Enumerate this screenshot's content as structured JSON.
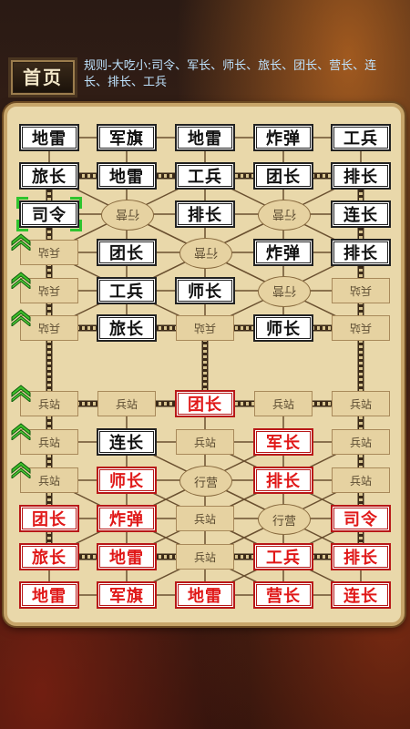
{
  "header": {
    "home_label": "首页",
    "rules_text": "规则-大吃小:司令、军长、师长、旅长、团长、营长、连长、排长、工兵"
  },
  "colors": {
    "black_side": "#111111",
    "red_side": "#e01818",
    "selection": "#2ec42e"
  },
  "board": {
    "cells": [
      {
        "r": 0,
        "c": 0,
        "kind": "piece",
        "side": "black",
        "label": "地雷"
      },
      {
        "r": 0,
        "c": 1,
        "kind": "piece",
        "side": "black",
        "label": "军旗"
      },
      {
        "r": 0,
        "c": 2,
        "kind": "piece",
        "side": "black",
        "label": "地雷"
      },
      {
        "r": 0,
        "c": 3,
        "kind": "piece",
        "side": "black",
        "label": "炸弹"
      },
      {
        "r": 0,
        "c": 4,
        "kind": "piece",
        "side": "black",
        "label": "工兵"
      },
      {
        "r": 1,
        "c": 0,
        "kind": "piece",
        "side": "black",
        "label": "旅长"
      },
      {
        "r": 1,
        "c": 1,
        "kind": "piece",
        "side": "black",
        "label": "地雷"
      },
      {
        "r": 1,
        "c": 2,
        "kind": "piece",
        "side": "black",
        "label": "工兵"
      },
      {
        "r": 1,
        "c": 3,
        "kind": "piece",
        "side": "black",
        "label": "团长"
      },
      {
        "r": 1,
        "c": 4,
        "kind": "piece",
        "side": "black",
        "label": "排长"
      },
      {
        "r": 2,
        "c": 0,
        "kind": "piece",
        "side": "black",
        "label": "司令",
        "selected": true
      },
      {
        "r": 2,
        "c": 1,
        "kind": "camp",
        "label": "行营",
        "flip": true
      },
      {
        "r": 2,
        "c": 2,
        "kind": "piece",
        "side": "black",
        "label": "排长"
      },
      {
        "r": 2,
        "c": 3,
        "kind": "camp",
        "label": "行营",
        "flip": true
      },
      {
        "r": 2,
        "c": 4,
        "kind": "piece",
        "side": "black",
        "label": "连长"
      },
      {
        "r": 3,
        "c": 0,
        "kind": "post",
        "label": "兵站",
        "flip": true,
        "marker": true
      },
      {
        "r": 3,
        "c": 1,
        "kind": "piece",
        "side": "black",
        "label": "团长"
      },
      {
        "r": 3,
        "c": 2,
        "kind": "camp",
        "label": "行营",
        "flip": true
      },
      {
        "r": 3,
        "c": 3,
        "kind": "piece",
        "side": "black",
        "label": "炸弹"
      },
      {
        "r": 3,
        "c": 4,
        "kind": "piece",
        "side": "black",
        "label": "排长"
      },
      {
        "r": 4,
        "c": 0,
        "kind": "post",
        "label": "兵站",
        "flip": true,
        "marker": true
      },
      {
        "r": 4,
        "c": 1,
        "kind": "piece",
        "side": "black",
        "label": "工兵"
      },
      {
        "r": 4,
        "c": 2,
        "kind": "piece",
        "side": "black",
        "label": "师长"
      },
      {
        "r": 4,
        "c": 3,
        "kind": "camp",
        "label": "行营",
        "flip": true
      },
      {
        "r": 4,
        "c": 4,
        "kind": "post",
        "label": "兵站",
        "flip": true
      },
      {
        "r": 5,
        "c": 0,
        "kind": "post",
        "label": "兵站",
        "flip": true,
        "marker": true
      },
      {
        "r": 5,
        "c": 1,
        "kind": "piece",
        "side": "black",
        "label": "旅长"
      },
      {
        "r": 5,
        "c": 2,
        "kind": "post",
        "label": "兵站",
        "flip": true
      },
      {
        "r": 5,
        "c": 3,
        "kind": "piece",
        "side": "black",
        "label": "师长"
      },
      {
        "r": 5,
        "c": 4,
        "kind": "post",
        "label": "兵站",
        "flip": true
      },
      {
        "r": 6,
        "c": 0,
        "kind": "post",
        "label": "兵站",
        "marker": true
      },
      {
        "r": 6,
        "c": 1,
        "kind": "post",
        "label": "兵站"
      },
      {
        "r": 6,
        "c": 2,
        "kind": "piece",
        "side": "red",
        "label": "团长"
      },
      {
        "r": 6,
        "c": 3,
        "kind": "post",
        "label": "兵站"
      },
      {
        "r": 6,
        "c": 4,
        "kind": "post",
        "label": "兵站"
      },
      {
        "r": 7,
        "c": 0,
        "kind": "post",
        "label": "兵站",
        "marker": true
      },
      {
        "r": 7,
        "c": 1,
        "kind": "piece",
        "side": "black",
        "label": "连长"
      },
      {
        "r": 7,
        "c": 2,
        "kind": "post",
        "label": "兵站"
      },
      {
        "r": 7,
        "c": 3,
        "kind": "piece",
        "side": "red",
        "label": "军长"
      },
      {
        "r": 7,
        "c": 4,
        "kind": "post",
        "label": "兵站"
      },
      {
        "r": 8,
        "c": 0,
        "kind": "post",
        "label": "兵站",
        "marker": true
      },
      {
        "r": 8,
        "c": 1,
        "kind": "piece",
        "side": "red",
        "label": "师长"
      },
      {
        "r": 8,
        "c": 2,
        "kind": "camp",
        "label": "行营"
      },
      {
        "r": 8,
        "c": 3,
        "kind": "piece",
        "side": "red",
        "label": "排长"
      },
      {
        "r": 8,
        "c": 4,
        "kind": "post",
        "label": "兵站"
      },
      {
        "r": 9,
        "c": 0,
        "kind": "piece",
        "side": "red",
        "label": "团长"
      },
      {
        "r": 9,
        "c": 1,
        "kind": "piece",
        "side": "red",
        "label": "炸弹"
      },
      {
        "r": 9,
        "c": 2,
        "kind": "post",
        "label": "兵站"
      },
      {
        "r": 9,
        "c": 3,
        "kind": "camp",
        "label": "行营"
      },
      {
        "r": 9,
        "c": 4,
        "kind": "piece",
        "side": "red",
        "label": "司令"
      },
      {
        "r": 10,
        "c": 0,
        "kind": "piece",
        "side": "red",
        "label": "旅长"
      },
      {
        "r": 10,
        "c": 1,
        "kind": "piece",
        "side": "red",
        "label": "地雷"
      },
      {
        "r": 10,
        "c": 2,
        "kind": "post",
        "label": "兵站"
      },
      {
        "r": 10,
        "c": 3,
        "kind": "piece",
        "side": "red",
        "label": "工兵"
      },
      {
        "r": 10,
        "c": 4,
        "kind": "piece",
        "side": "red",
        "label": "排长"
      },
      {
        "r": 11,
        "c": 0,
        "kind": "piece",
        "side": "red",
        "label": "地雷"
      },
      {
        "r": 11,
        "c": 1,
        "kind": "piece",
        "side": "red",
        "label": "军旗"
      },
      {
        "r": 11,
        "c": 2,
        "kind": "piece",
        "side": "red",
        "label": "地雷"
      },
      {
        "r": 11,
        "c": 3,
        "kind": "piece",
        "side": "red",
        "label": "营长"
      },
      {
        "r": 11,
        "c": 4,
        "kind": "piece",
        "side": "red",
        "label": "连长"
      }
    ]
  }
}
